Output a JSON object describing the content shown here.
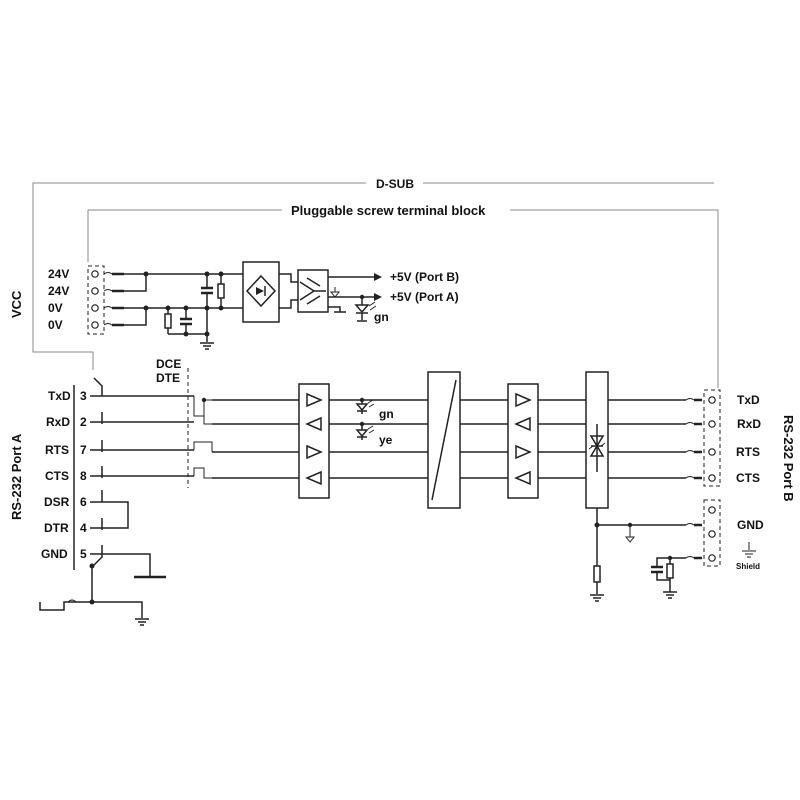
{
  "labels": {
    "dsub": "D-SUB",
    "terminal_block": "Pluggable screw terminal block",
    "vcc": "VCC",
    "port_a": "RS-232 Port A",
    "port_b": "RS-232 Port B",
    "dce": "DCE",
    "dte": "DTE",
    "out_port_b": "+5V (Port B)",
    "out_port_a": "+5V (Port A)",
    "led_power": "gn",
    "led_tx": "gn",
    "led_rx": "ye",
    "gnd_b": "GND",
    "shield": "Shield"
  },
  "power_terminals": [
    "24V",
    "24V",
    "0V",
    "0V"
  ],
  "port_a_signals": [
    {
      "name": "TxD",
      "pin": "3"
    },
    {
      "name": "RxD",
      "pin": "2"
    },
    {
      "name": "RTS",
      "pin": "7"
    },
    {
      "name": "CTS",
      "pin": "8"
    },
    {
      "name": "DSR",
      "pin": "6"
    },
    {
      "name": "DTR",
      "pin": "4"
    },
    {
      "name": "GND",
      "pin": "5"
    }
  ],
  "port_b_signals": [
    "TxD",
    "RxD",
    "RTS",
    "CTS"
  ]
}
